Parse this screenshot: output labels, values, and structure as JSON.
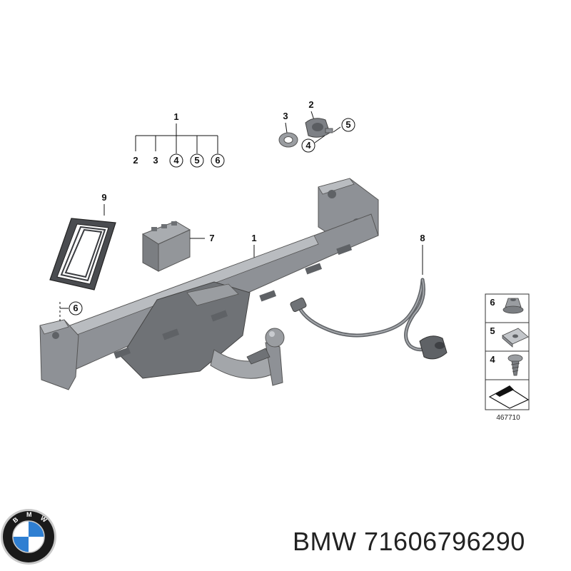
{
  "tree": {
    "root": "1",
    "children": [
      "2",
      "3",
      "4",
      "5",
      "6"
    ]
  },
  "fastener_set": {
    "clamp_number": "3",
    "connector_number": "2",
    "screw_number": "4",
    "nut_number": "5"
  },
  "callouts": {
    "tow_bar": "1",
    "seal_frame": "9",
    "control_unit": "7",
    "wiring_harness": "8",
    "bracket_nut": "6"
  },
  "legend": {
    "items": [
      "6",
      "5",
      "4"
    ],
    "ref_code": "467710"
  },
  "logo": {
    "lettering": "BMW",
    "colors": {
      "ring": "#1a1a1a",
      "blue": "#2f7fd2",
      "white": "#ffffff",
      "chrome": "#c9c9c9"
    }
  },
  "brand": {
    "name": "BMW",
    "part_number": "71606796290"
  },
  "colors": {
    "part_gray": "#8e9196",
    "part_dark": "#5f6266",
    "part_light": "#b9bcc0",
    "line": "#111111"
  }
}
